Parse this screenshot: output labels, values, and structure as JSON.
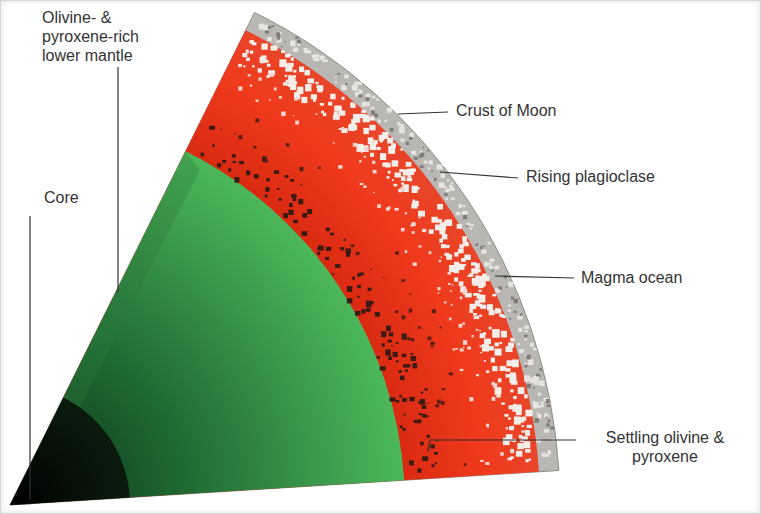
{
  "diagram": {
    "labels": [
      "Olivine- & pyroxene-rich lower mantle",
      "Core",
      "Crust of Moon",
      "Rising plagioclase",
      "Magma ocean",
      "Settling olivine & pyroxene"
    ]
  }
}
